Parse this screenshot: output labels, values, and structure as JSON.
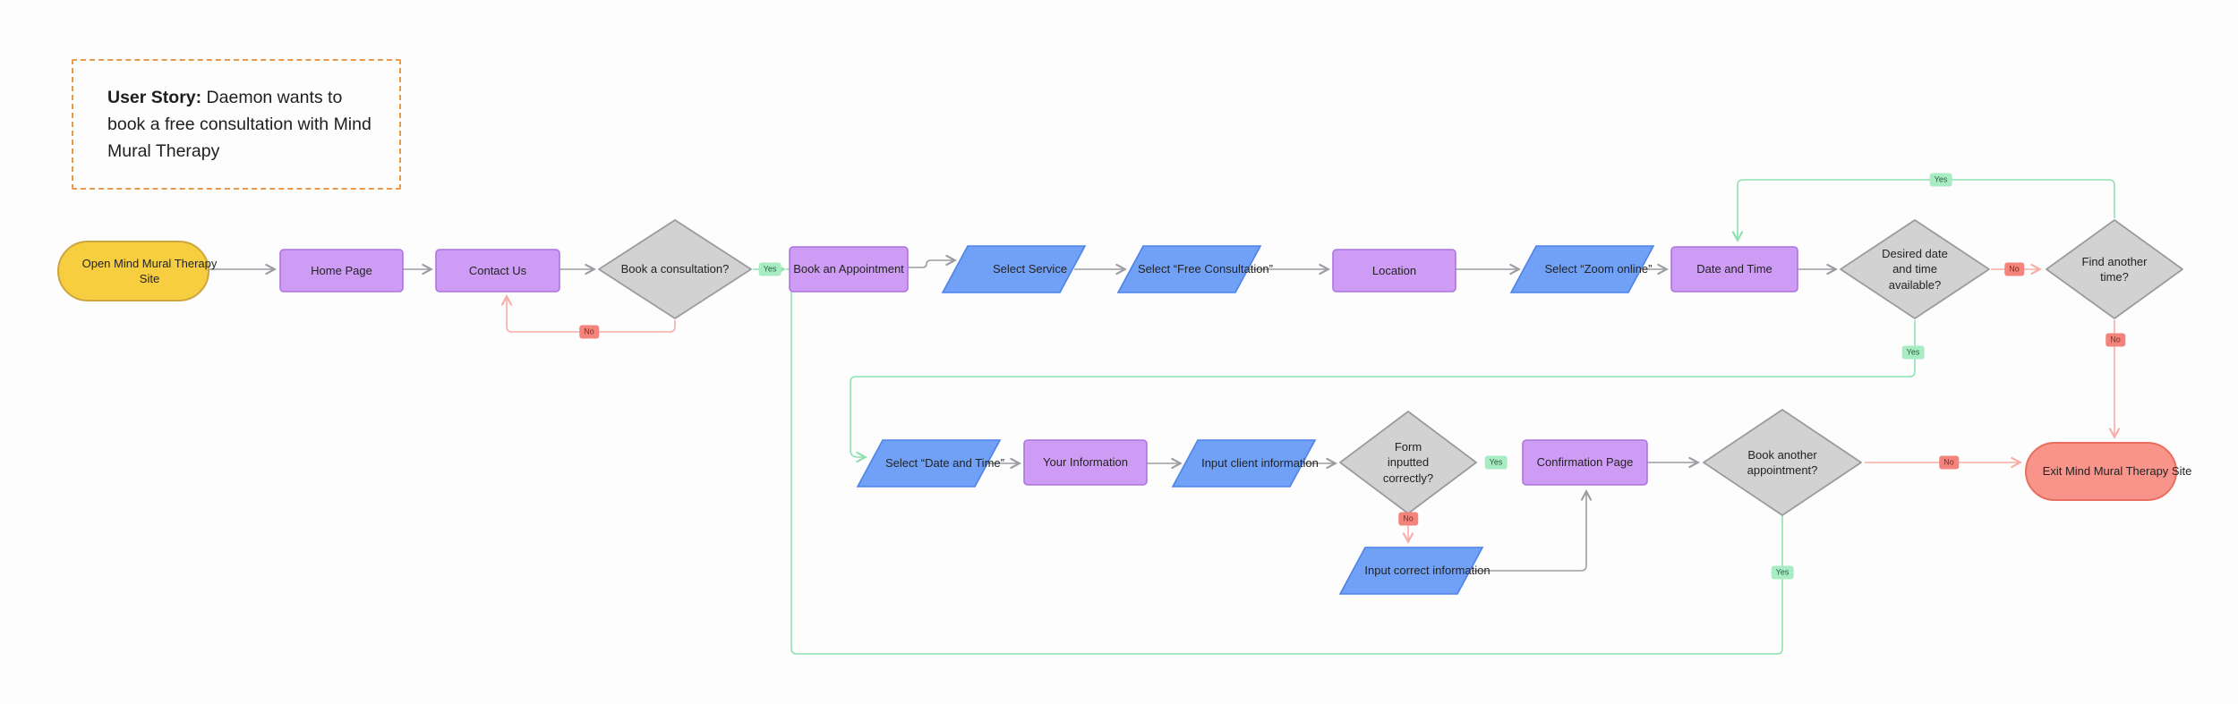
{
  "user_story": {
    "prefix": "User Story:",
    "text": "Daemon wants to book a free consultation with Mind Mural Therapy"
  },
  "nodes": {
    "start": {
      "label": "Open  Mind Mural Therapy Site",
      "type": "terminator"
    },
    "home_page": {
      "label": "Home Page",
      "type": "process"
    },
    "contact_us": {
      "label": "Contact Us",
      "type": "process"
    },
    "book_consultation": {
      "label": "Book a consultation?",
      "type": "decision"
    },
    "book_appointment": {
      "label": "Book an Appointment",
      "type": "process"
    },
    "select_service": {
      "label": "Select Service",
      "type": "input"
    },
    "free_consultation": {
      "label": "Select “Free Consultation”",
      "type": "input"
    },
    "location": {
      "label": "Location",
      "type": "process"
    },
    "zoom_online": {
      "label": "Select “Zoom online”",
      "type": "input"
    },
    "date_time": {
      "label": "Date and Time",
      "type": "process"
    },
    "desired_available": {
      "label": "Desired date and time available?",
      "type": "decision"
    },
    "find_another_time": {
      "label": "Find another time?",
      "type": "decision"
    },
    "select_date_time": {
      "label": "Select “Date and Time”",
      "type": "input"
    },
    "your_information": {
      "label": "Your Information",
      "type": "process"
    },
    "input_client": {
      "label": "Input client information",
      "type": "input"
    },
    "form_correct": {
      "label": "Form inputted correctly?",
      "type": "decision"
    },
    "confirmation_page": {
      "label": "Confirmation Page",
      "type": "process"
    },
    "book_another": {
      "label": "Book another appointment?",
      "type": "decision"
    },
    "input_correct": {
      "label": "Input correct information",
      "type": "input"
    },
    "exit": {
      "label": "Exit Mind Mural Therapy Site",
      "type": "terminator"
    }
  },
  "edge_labels": {
    "yes": "Yes",
    "no": "No"
  },
  "colors": {
    "canvas_bg": "#fdfdfd",
    "text": "#232323",
    "purple_fill": "#ce9cf4",
    "purple_stroke": "#ab75df",
    "blue_fill": "#70a1f7",
    "blue_stroke": "#4d82e9",
    "gray_fill": "#d2d2d3",
    "gray_stroke": "#9b9b9f",
    "yellow_fill": "#f6ce3f",
    "yellow_stroke": "#cda53e",
    "salmon_fill": "#f8948a",
    "salmon_stroke": "#e96e60",
    "edge_gray": "#9b9da2",
    "edge_green": "#8ee2b2",
    "edge_red": "#f8ada7",
    "badge_yes_bg": "#a7ecc3",
    "badge_yes_text": "#2f5c44",
    "badge_no_bg": "#f4837b",
    "badge_no_text": "#792f2b",
    "story_border": "#e9994c"
  }
}
